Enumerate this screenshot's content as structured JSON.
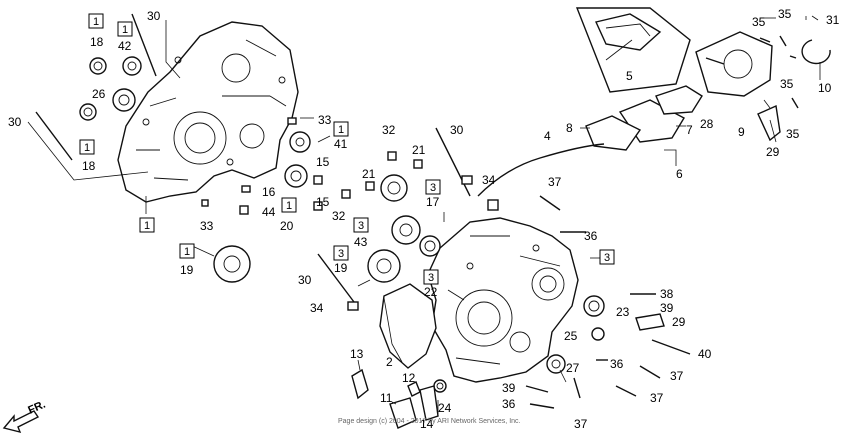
{
  "labels": {
    "l1a": "1",
    "l1b": "1",
    "l3a": "3",
    "l3b": "3",
    "l3c": "3",
    "l3d": "3",
    "l2": "2",
    "l4": "4",
    "l5": "5",
    "l6": "6",
    "l7": "7",
    "l8": "8",
    "l9": "9",
    "l10": "10",
    "l11": "11",
    "l12": "12",
    "l13": "13",
    "l14": "14",
    "l15a": "15",
    "l15b": "15",
    "l16": "16",
    "l17": "17",
    "l18a": "18",
    "l18b": "18",
    "l19a": "19",
    "l19b": "19",
    "l20": "20",
    "l21a": "21",
    "l21b": "21",
    "l22": "22",
    "l23": "23",
    "l24": "24",
    "l25": "25",
    "l26": "26",
    "l27": "27",
    "l28": "28",
    "l29a": "29",
    "l29b": "29",
    "l30a": "30",
    "l30b": "30",
    "l30c": "30",
    "l30d": "30",
    "l31": "31",
    "l32a": "32",
    "l32b": "32",
    "l33a": "33",
    "l33b": "33",
    "l34a": "34",
    "l34b": "34",
    "l35a": "35",
    "l35b": "35",
    "l35c": "35",
    "l35d": "35",
    "l36a": "36",
    "l36b": "36",
    "l36c": "36",
    "l37a": "37",
    "l37b": "37",
    "l37c": "37",
    "l37d": "37",
    "l38": "38",
    "l39a": "39",
    "l39b": "39",
    "l40": "40",
    "l41": "41",
    "l42": "42",
    "l43": "43",
    "l44": "44"
  },
  "boxed": {
    "b18a": "1",
    "b42": "1",
    "b18b": "1",
    "b41": "1",
    "b20": "1",
    "b_case": "1",
    "b19a": "1",
    "b17": "3",
    "b43": "3",
    "b19b": "3",
    "b22": "3",
    "b_case2": "3"
  },
  "direction": "FR.",
  "copyright": "Page design (c) 2004 - 2017 by ARI Network Services, Inc."
}
